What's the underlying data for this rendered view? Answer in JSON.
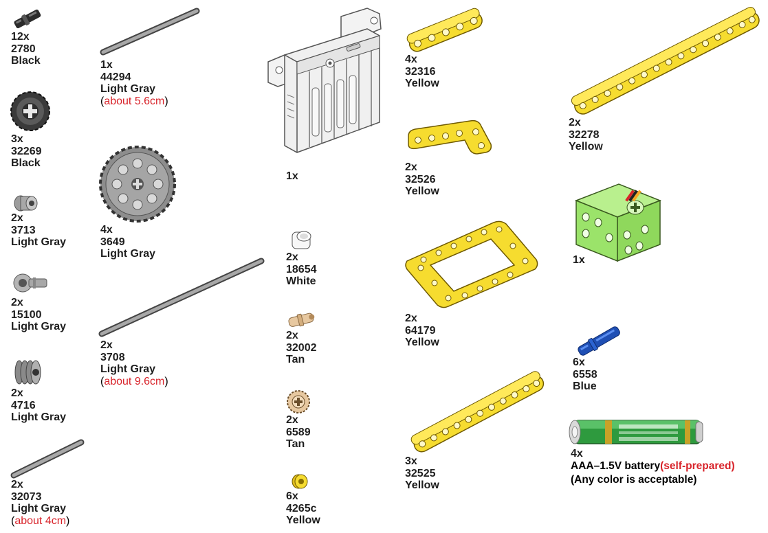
{
  "parts": [
    {
      "id": "p2780",
      "qty": "12x",
      "num": "2780",
      "color": "Black",
      "icon": "connector-pin-icon"
    },
    {
      "id": "p32269",
      "qty": "3x",
      "num": "32269",
      "color": "Black",
      "icon": "small-gear-icon"
    },
    {
      "id": "p3713",
      "qty": "2x",
      "num": "3713",
      "color": "Light Gray",
      "icon": "bush-icon"
    },
    {
      "id": "p15100",
      "qty": "2x",
      "num": "15100",
      "color": "Light Gray",
      "icon": "pin-hole-icon"
    },
    {
      "id": "p4716",
      "qty": "2x",
      "num": "4716",
      "color": "Light Gray",
      "icon": "worm-gear-icon"
    },
    {
      "id": "p32073",
      "qty": "2x",
      "num": "32073",
      "color": "Light Gray",
      "icon": "short-axle-icon",
      "note": "about 4cm"
    },
    {
      "id": "p44294",
      "qty": "1x",
      "num": "44294",
      "color": "Light Gray",
      "icon": "axle-icon",
      "note": "about 5.6cm"
    },
    {
      "id": "p3649",
      "qty": "4x",
      "num": "3649",
      "color": "Light Gray",
      "icon": "large-gear-icon"
    },
    {
      "id": "p3708",
      "qty": "2x",
      "num": "3708",
      "color": "Light Gray",
      "icon": "long-axle-icon",
      "note": "about 9.6cm"
    },
    {
      "id": "pbox",
      "qty": "1x",
      "icon": "battery-box-icon"
    },
    {
      "id": "p18654",
      "qty": "2x",
      "num": "18654",
      "color": "White",
      "icon": "beam-1-icon"
    },
    {
      "id": "p32002",
      "qty": "2x",
      "num": "32002",
      "color": "Tan",
      "icon": "pin-tan-icon"
    },
    {
      "id": "p6589",
      "qty": "2x",
      "num": "6589",
      "color": "Tan",
      "icon": "bevel-gear-icon"
    },
    {
      "id": "p4265c",
      "qty": "6x",
      "num": "4265c",
      "color": "Yellow",
      "icon": "half-bush-icon"
    },
    {
      "id": "p32316",
      "qty": "4x",
      "num": "32316",
      "color": "Yellow",
      "icon": "beam-5-icon"
    },
    {
      "id": "p32526",
      "qty": "2x",
      "num": "32526",
      "color": "Yellow",
      "icon": "l-beam-icon"
    },
    {
      "id": "p64179",
      "qty": "2x",
      "num": "64179",
      "color": "Yellow",
      "icon": "frame-icon"
    },
    {
      "id": "p32525",
      "qty": "3x",
      "num": "32525",
      "color": "Yellow",
      "icon": "beam-11-icon"
    },
    {
      "id": "p32278",
      "qty": "2x",
      "num": "32278",
      "color": "Yellow",
      "icon": "beam-15-icon"
    },
    {
      "id": "pmotor",
      "qty": "1x",
      "icon": "motor-icon"
    },
    {
      "id": "p6558",
      "qty": "6x",
      "num": "6558",
      "color": "Blue",
      "icon": "long-pin-icon"
    }
  ],
  "battery": {
    "qty": "4x",
    "name": "AAA–1.5V battery",
    "tag": "(self-prepared)",
    "note": "(Any color is acceptable)",
    "icon": "aaa-battery-icon"
  },
  "colors": {
    "gray": "#9a9a9a",
    "dark": "#3a3a3a",
    "yellow": "#f6dc2f",
    "green": "#9be36a",
    "blue": "#1f4fb4",
    "tan": "#e7c8a0",
    "red": "#d8232a",
    "accent_green": "#2aa33a"
  }
}
